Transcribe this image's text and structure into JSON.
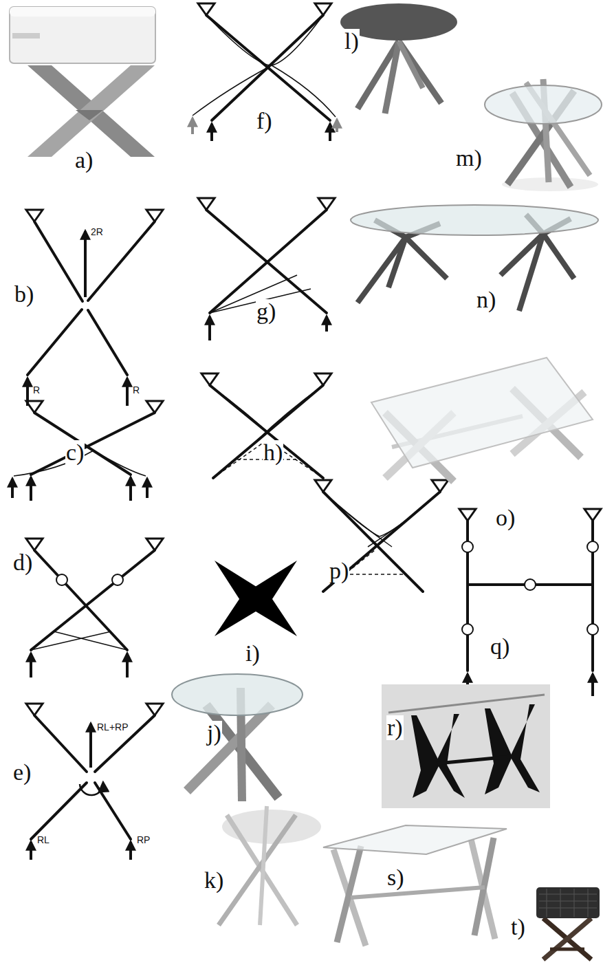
{
  "diagram": {
    "labels": [
      "a)",
      "f)",
      "l)",
      "m)",
      "b)",
      "2R",
      "R",
      "R",
      "g)",
      "n)",
      "c)",
      "h)",
      "o)",
      "d)",
      "p)",
      "i)",
      "q)",
      "RL+RP",
      "e)",
      "j)",
      "r)",
      "RL",
      "RP",
      "k)",
      "s)",
      "t)"
    ]
  }
}
